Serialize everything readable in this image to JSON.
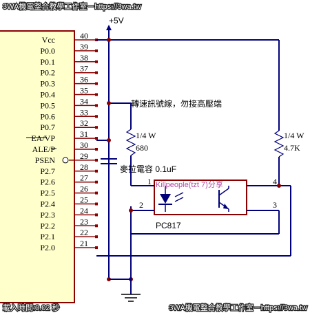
{
  "watermark_top": "3WA機電整合教學工作室－https://3wa.tw",
  "watermark_bottom": "3WA機電整合教學工作室－https://3wa.tw",
  "load_time": "載入時間:0.02 秒",
  "supply_label": "+5V",
  "mcu_pins": [
    {
      "label": "Vcc",
      "num": "40"
    },
    {
      "label": "P0.0",
      "num": "39"
    },
    {
      "label": "P0.1",
      "num": "38"
    },
    {
      "label": "P0.2",
      "num": "37"
    },
    {
      "label": "P0.3",
      "num": "36"
    },
    {
      "label": "P0.4",
      "num": "35"
    },
    {
      "label": "P0.5",
      "num": "34"
    },
    {
      "label": "P0.6",
      "num": "33"
    },
    {
      "label": "P0.7",
      "num": "32"
    },
    {
      "label": "EA/VP",
      "num": "31"
    },
    {
      "label": "ALE/P",
      "num": "30"
    },
    {
      "label": "PSEN",
      "num": "29"
    },
    {
      "label": "P2.7",
      "num": "28"
    },
    {
      "label": "P2.6",
      "num": "27"
    },
    {
      "label": "P2.5",
      "num": "26"
    },
    {
      "label": "P2.4",
      "num": "25"
    },
    {
      "label": "P2.3",
      "num": "24"
    },
    {
      "label": "P2.2",
      "num": "23"
    },
    {
      "label": "P2.1",
      "num": "22"
    },
    {
      "label": "P2.0",
      "num": "21"
    }
  ],
  "speed_signal_note": "轉速訊號線，勿接高壓端",
  "resistor_left": {
    "power": "1/4 W",
    "value": "680"
  },
  "resistor_right": {
    "power": "1/4 W",
    "value": "4.7K"
  },
  "capacitor_label": "麥拉電容 0.1uF",
  "opto_watermark": "Killpeople(tzt 7)分享",
  "opto_name": "PC817",
  "opto_pins": {
    "p1": "1",
    "p2": "2",
    "p3": "3",
    "p4": "4"
  }
}
